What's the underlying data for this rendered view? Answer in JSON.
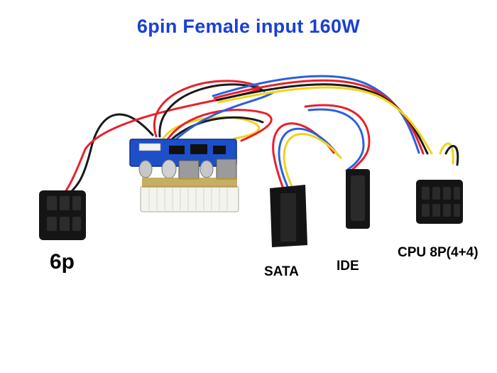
{
  "image": {
    "title": "6pin Female input 160W",
    "labels": {
      "six_pin": "6p",
      "sata": "SATA",
      "ide": "IDE",
      "cpu": "CPU 8P(4+4)"
    },
    "components": [
      "psu-board",
      "6pin-connector",
      "sata-connector",
      "ide-connector",
      "cpu-8pin-connector"
    ],
    "colors": {
      "title": "#1a3fd6",
      "board": "#1d4fc9",
      "wire_red": "#e8212b",
      "wire_black": "#1a1a1a",
      "wire_yellow": "#f2d21a",
      "wire_blue": "#2b5fe0"
    }
  }
}
